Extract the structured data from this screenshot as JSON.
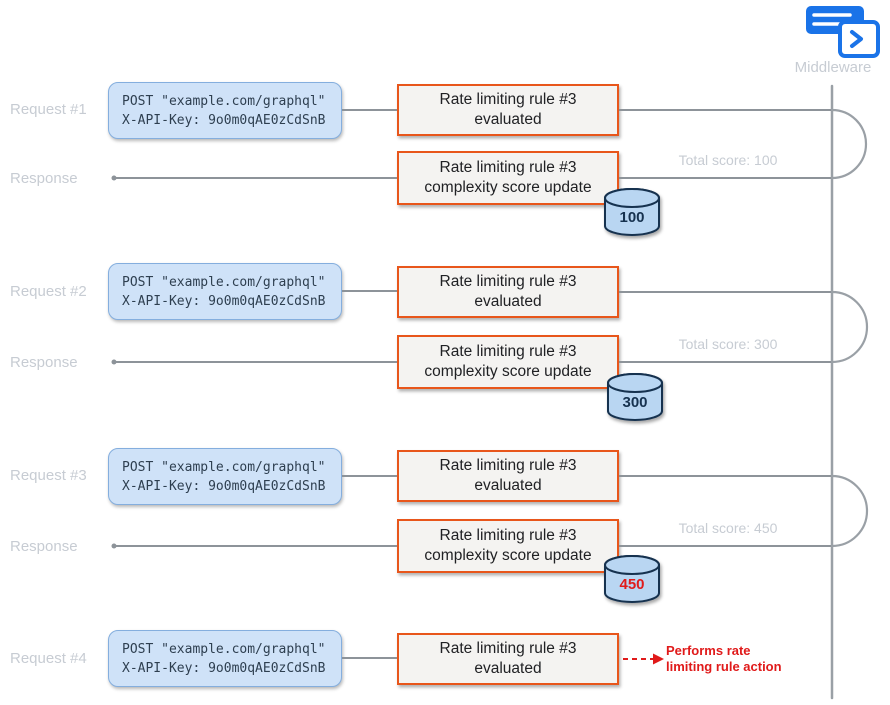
{
  "diagram": {
    "middleware_label": "Middleware",
    "code": {
      "line1": "POST \"example.com/graphql\"",
      "line2": "X-API-Key: 9o0m0qAE0zCdSnB"
    },
    "eval_box": {
      "line1": "Rate limiting rule #3",
      "line2": "evaluated"
    },
    "score_box": {
      "line1": "Rate limiting rule #3",
      "line2": "complexity score update"
    },
    "labels": {
      "req1": "Request #1",
      "res1": "Response",
      "req2": "Request #2",
      "res2": "Response",
      "req3": "Request #3",
      "res3": "Response",
      "req4": "Request #4"
    },
    "scores": {
      "s1": "100",
      "s2": "300",
      "s3": "450"
    },
    "annotations": {
      "a1": "Total score: 100",
      "a2": "Total score: 300",
      "a3": "Total score: 450"
    },
    "action": {
      "line1": "Performs rate",
      "line2": "limiting rule action"
    },
    "colors": {
      "accent_orange": "#e8561b",
      "accent_blue": "#cfe2f8",
      "alert_red": "#e01a1a",
      "line_grey": "#8d9399"
    }
  }
}
